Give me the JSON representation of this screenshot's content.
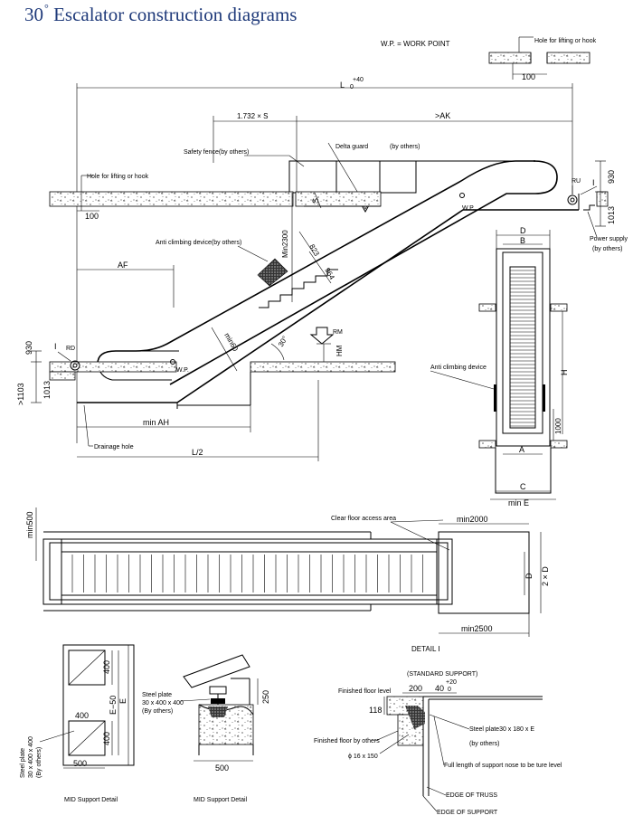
{
  "title": {
    "text": "30",
    "degree": "°",
    "rest": " Escalator construction diagrams"
  },
  "legend": "W.P. = WORK POINT",
  "side_view": {
    "hole_top_right": "Hole for lifting or hook",
    "dim_100_top": "100",
    "dim_L": "L",
    "dim_L_tol": "+40",
    "dim_L_tol2": "0",
    "dim_1732S": "1.732 × S",
    "dim_AK": ">AK",
    "safety_fence": "Safety fence(by others)",
    "delta_guard": "Delta guard",
    "delta_by": "(by others)",
    "hole_left": "Hole for lifting or hook",
    "dim_100_left": "100",
    "dim_S": "S",
    "min2300": "Min2300",
    "wp_upper": "W.P.",
    "wp_lower": "W.P.",
    "ru": "RU",
    "rd": "RD",
    "rm": "RM",
    "hm": "HM",
    "roman_i_right": "I",
    "roman_i_left": "I",
    "dim_930_right": "930",
    "dim_1013_right": "1013",
    "power_supply": "Power supply",
    "power_by": "(by others)",
    "anti_climb": "Anti climbing device(by others)",
    "dim_823": "823",
    "dim_964": "964",
    "dim_AF": "AF",
    "min60": "min60",
    "angle": "30°",
    "dim_930_left": "930",
    "dim_1103": ">1103",
    "dim_1013_left": "1013",
    "min_AH": "min AH",
    "drainage": "Drainage hole",
    "dim_L2": "L/2"
  },
  "section_view": {
    "D": "D",
    "B": "B",
    "anti_climb": "Anti climbing device",
    "H": "H",
    "dim_1000": "1000",
    "A": "A",
    "C": "C",
    "minE": "min E"
  },
  "plan_view": {
    "min500": "min500",
    "clear_floor": "Clear floor access area",
    "min2000": "min2000",
    "D": "D",
    "twoD": "2 × D",
    "min2500": "min2500"
  },
  "mid_support": {
    "d400a": "400",
    "dE50": "E−50",
    "dE": "E",
    "d400b": "400",
    "d400c": "400",
    "d500": "500",
    "steel_plate_l1": "Steel plate",
    "steel_plate_l2": "30 x 400 x 400",
    "steel_plate_l3": "(By others)",
    "caption": "MID Support Detail"
  },
  "mid_support_2": {
    "steel_l1": "Steel plate",
    "steel_l2": "30 x 400 x 400",
    "steel_l3": "(By others)",
    "d250": "250",
    "d500": "500",
    "caption": "MID Support Detail"
  },
  "detail_i": {
    "title": "DETAIL Ⅰ",
    "standard": "(STANDARD SUPPORT)",
    "finished_floor": "Finished floor level",
    "d200": "200",
    "d40": "40",
    "d40_tol_top": "+20",
    "d40_tol_bot": "0",
    "d118": "118",
    "finished_by": "Finished floor by others",
    "phi": "ϕ 16 x 150",
    "steel_plate": "Steel plate30 x 180 x E",
    "steel_by": "(by others)",
    "full_length": "Full length of support nose  to be ture level",
    "edge_truss": "EDGE OF TRUSS",
    "edge_support": "EDGE OF SUPPORT"
  }
}
